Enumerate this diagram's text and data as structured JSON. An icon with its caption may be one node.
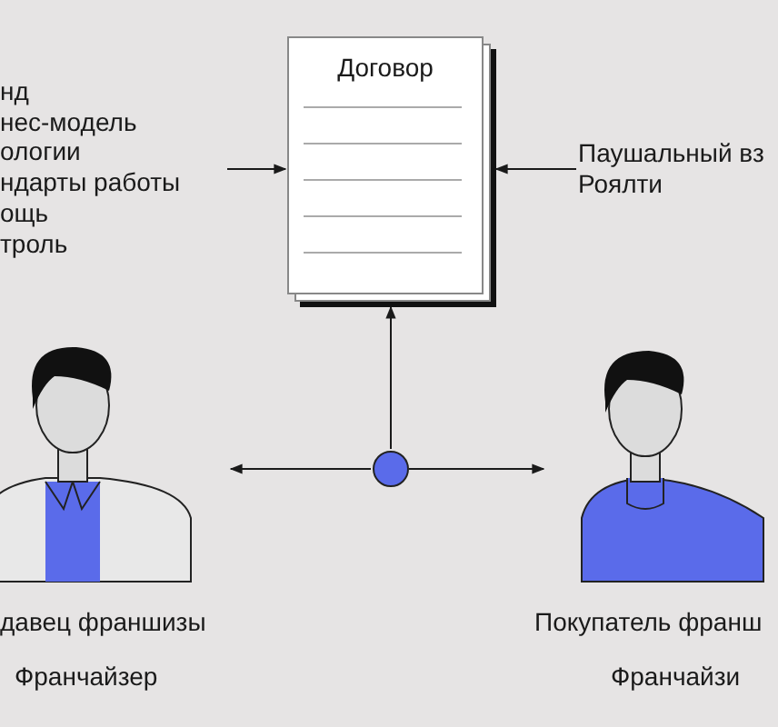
{
  "diagram": {
    "nodes": [
      {
        "text": [
          "нд",
          "нес-модель",
          "ологии",
          "ндарты работы",
          "ощь",
          "троль"
        ]
      },
      {
        "text": [
          "Договор"
        ]
      },
      {
        "text": [
          "Паушальный вз",
          "Роялти"
        ]
      },
      {
        "text": [],
        "shape": "person",
        "beside": [
          "давец франшизы",
          "Франчайзер"
        ]
      },
      {
        "text": [],
        "shape": "person",
        "beside": [
          "Покупатель франш",
          "Франчайзи"
        ]
      },
      {
        "text": [],
        "shape": "circle"
      }
    ],
    "edges": [
      {
        "from": 0,
        "to": 1,
        "arrow": "to"
      },
      {
        "from": 2,
        "to": 1,
        "arrow": "to"
      },
      {
        "from": 5,
        "to": 1,
        "arrow": "to"
      },
      {
        "from": 5,
        "to": 3,
        "arrow": "to"
      },
      {
        "from": 5,
        "to": 4,
        "arrow": "to"
      }
    ]
  }
}
